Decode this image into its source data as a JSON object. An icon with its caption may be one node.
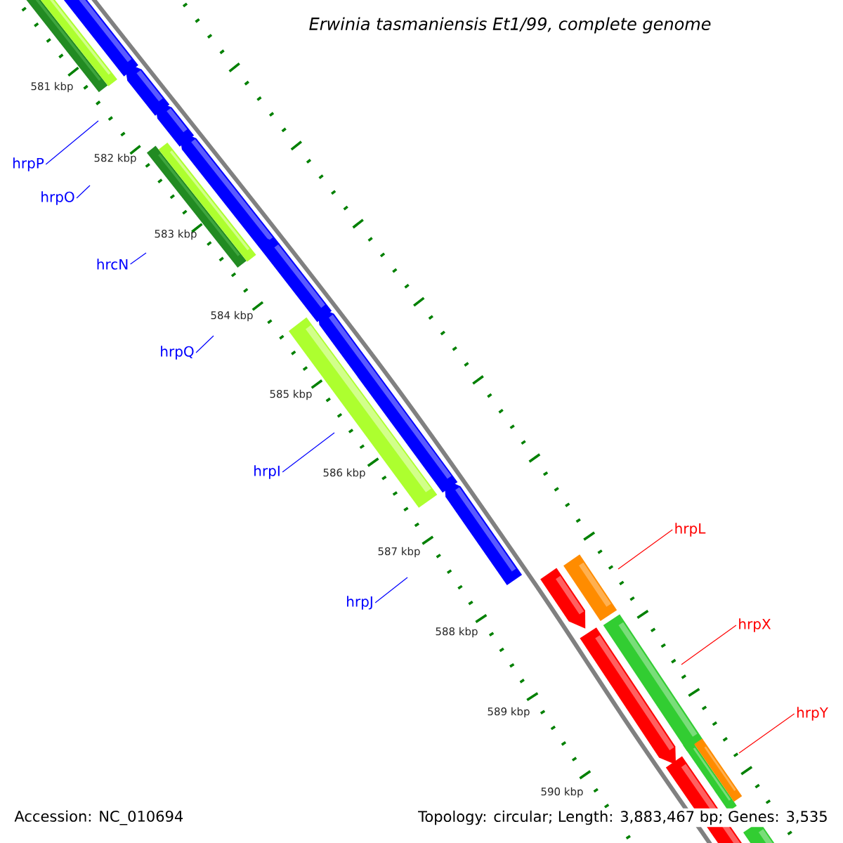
{
  "diagram": {
    "title": "Erwinia tasmaniensis Et1/99, complete genome",
    "nodes": [
      {
        "text": [
          "hrpP"
        ]
      },
      {
        "text": [
          "hrpO"
        ]
      },
      {
        "text": [
          "hrcN"
        ]
      },
      {
        "text": [
          "hrpQ"
        ]
      },
      {
        "text": [
          "hrpI"
        ]
      },
      {
        "text": [
          "hrpJ"
        ]
      },
      {
        "text": [
          "hrpL"
        ]
      },
      {
        "text": [
          "hrpX"
        ]
      },
      {
        "text": [
          "hrpY"
        ]
      }
    ],
    "edges": [
      {
        "from": 0,
        "to": null,
        "arrow": "none"
      },
      {
        "from": 1,
        "to": null,
        "arrow": "none"
      },
      {
        "from": 2,
        "to": null,
        "arrow": "none"
      },
      {
        "from": 3,
        "to": null,
        "arrow": "none"
      },
      {
        "from": 4,
        "to": null,
        "arrow": "none"
      },
      {
        "from": 5,
        "to": null,
        "arrow": "none"
      },
      {
        "from": 6,
        "to": null,
        "arrow": "none",
        "color": "#ff0000"
      },
      {
        "from": 7,
        "to": null,
        "arrow": "none",
        "color": "#ff0000"
      },
      {
        "from": 8,
        "to": null,
        "arrow": "none",
        "color": "#ff0000"
      }
    ],
    "labels": [
      "581 kbp",
      "582 kbp",
      "583 kbp",
      "584 kbp",
      "585 kbp",
      "586 kbp",
      "587 kbp",
      "588 kbp",
      "589 kbp",
      "590 kbp",
      "Accession: NC_010694",
      "Topology: circular; Length: 3,883,467 bp; Genes: 3,535"
    ]
  }
}
